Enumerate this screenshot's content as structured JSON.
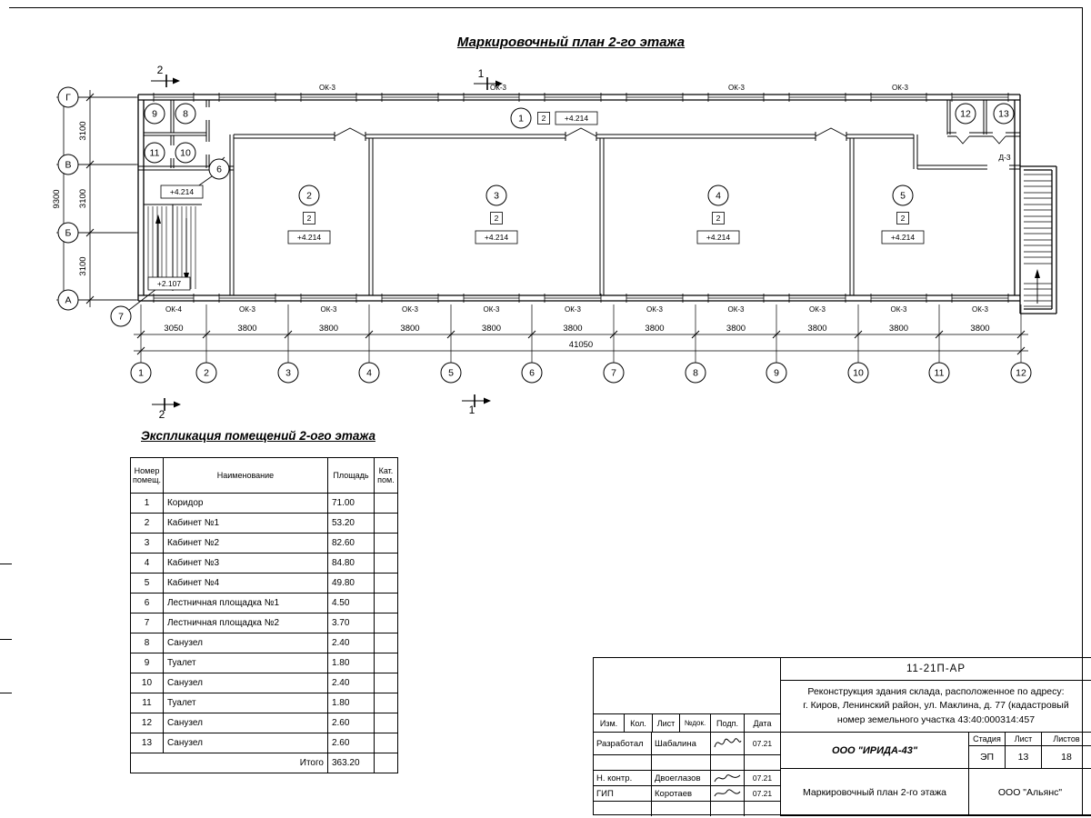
{
  "title": "Маркировочный план 2-го этажа",
  "plan": {
    "axes_bottom": [
      "1",
      "2",
      "3",
      "4",
      "5",
      "6",
      "7",
      "8",
      "9",
      "10",
      "11",
      "12"
    ],
    "axes_left": [
      "Г",
      "В",
      "Б",
      "А"
    ],
    "dims_bottom": [
      "3050",
      "3800",
      "3800",
      "3800",
      "3800",
      "3800",
      "3800",
      "3800",
      "3800",
      "3800",
      "3800"
    ],
    "dim_total": "41050",
    "dims_left": [
      "3100",
      "3100",
      "3100"
    ],
    "dim_left_total": "9300",
    "windows_top": [
      "ОК-3",
      "ОК-3",
      "ОК-3",
      "ОК-3"
    ],
    "windows_bottom": [
      "ОК-4",
      "ОК-3",
      "ОК-3",
      "ОК-3",
      "ОК-3",
      "ОК-3",
      "ОК-3",
      "ОК-3",
      "ОК-3",
      "ОК-3",
      "ОК-3"
    ],
    "room_circles": [
      "1",
      "2",
      "3",
      "4",
      "5",
      "6",
      "7",
      "8",
      "9",
      "10",
      "11",
      "12",
      "13"
    ],
    "zone_mark": "2",
    "level_main": "+4.214",
    "level_stair": "+2.107",
    "door_label": "Д-3",
    "section_marks": {
      "s1": "1",
      "s2": "2"
    }
  },
  "explication": {
    "title": "Экспликация помещений 2-ого этажа",
    "headers": {
      "num": "Номер помещ.",
      "name": "Наименование",
      "area": "Площадь",
      "cat": "Кат. пом."
    },
    "rows": [
      [
        "1",
        "Коридор",
        "71.00"
      ],
      [
        "2",
        "Кабинет №1",
        "53.20"
      ],
      [
        "3",
        "Кабинет №2",
        "82.60"
      ],
      [
        "4",
        "Кабинет №3",
        "84.80"
      ],
      [
        "5",
        "Кабинет №4",
        "49.80"
      ],
      [
        "6",
        "Лестничная площадка №1",
        "4.50"
      ],
      [
        "7",
        "Лестничная площадка №2",
        "3.70"
      ],
      [
        "8",
        "Санузел",
        "2.40"
      ],
      [
        "9",
        "Туалет",
        "1.80"
      ],
      [
        "10",
        "Санузел",
        "2.40"
      ],
      [
        "11",
        "Туалет",
        "1.80"
      ],
      [
        "12",
        "Санузел",
        "2.60"
      ],
      [
        "13",
        "Санузел",
        "2.60"
      ]
    ],
    "total_label": "Итого",
    "total": "363.20"
  },
  "titleblock": {
    "doc_number": "11-21П-АР",
    "project_line1": "Реконструкция здания склада, расположенное по адресу:",
    "project_line2": "г. Киров, Ленинский район, ул. Маклина, д. 77 (кадастровый",
    "project_line3": "номер земельного участка 43:40:000314:457",
    "cols": {
      "izm": "Изм.",
      "kol": "Кол.",
      "list": "Лист",
      "ndok": "№док.",
      "podp": "Подп.",
      "data": "Дата"
    },
    "roles": [
      {
        "role": "Разработал",
        "name": "Шабалина",
        "date": "07.21"
      },
      {
        "role": "Н. контр.",
        "name": "Двоеглазов",
        "date": "07.21"
      },
      {
        "role": "ГИП",
        "name": "Коротаев",
        "date": "07.21"
      }
    ],
    "org": "ООО \"ИРИДА-43\"",
    "stage_label": "Стадия",
    "sheet_label": "Лист",
    "sheets_label": "Листов",
    "stage": "ЭП",
    "sheet": "13",
    "sheets": "18",
    "drawing_title": "Маркировочный план 2-го этажа",
    "company": "ООО \"Альянс\""
  }
}
